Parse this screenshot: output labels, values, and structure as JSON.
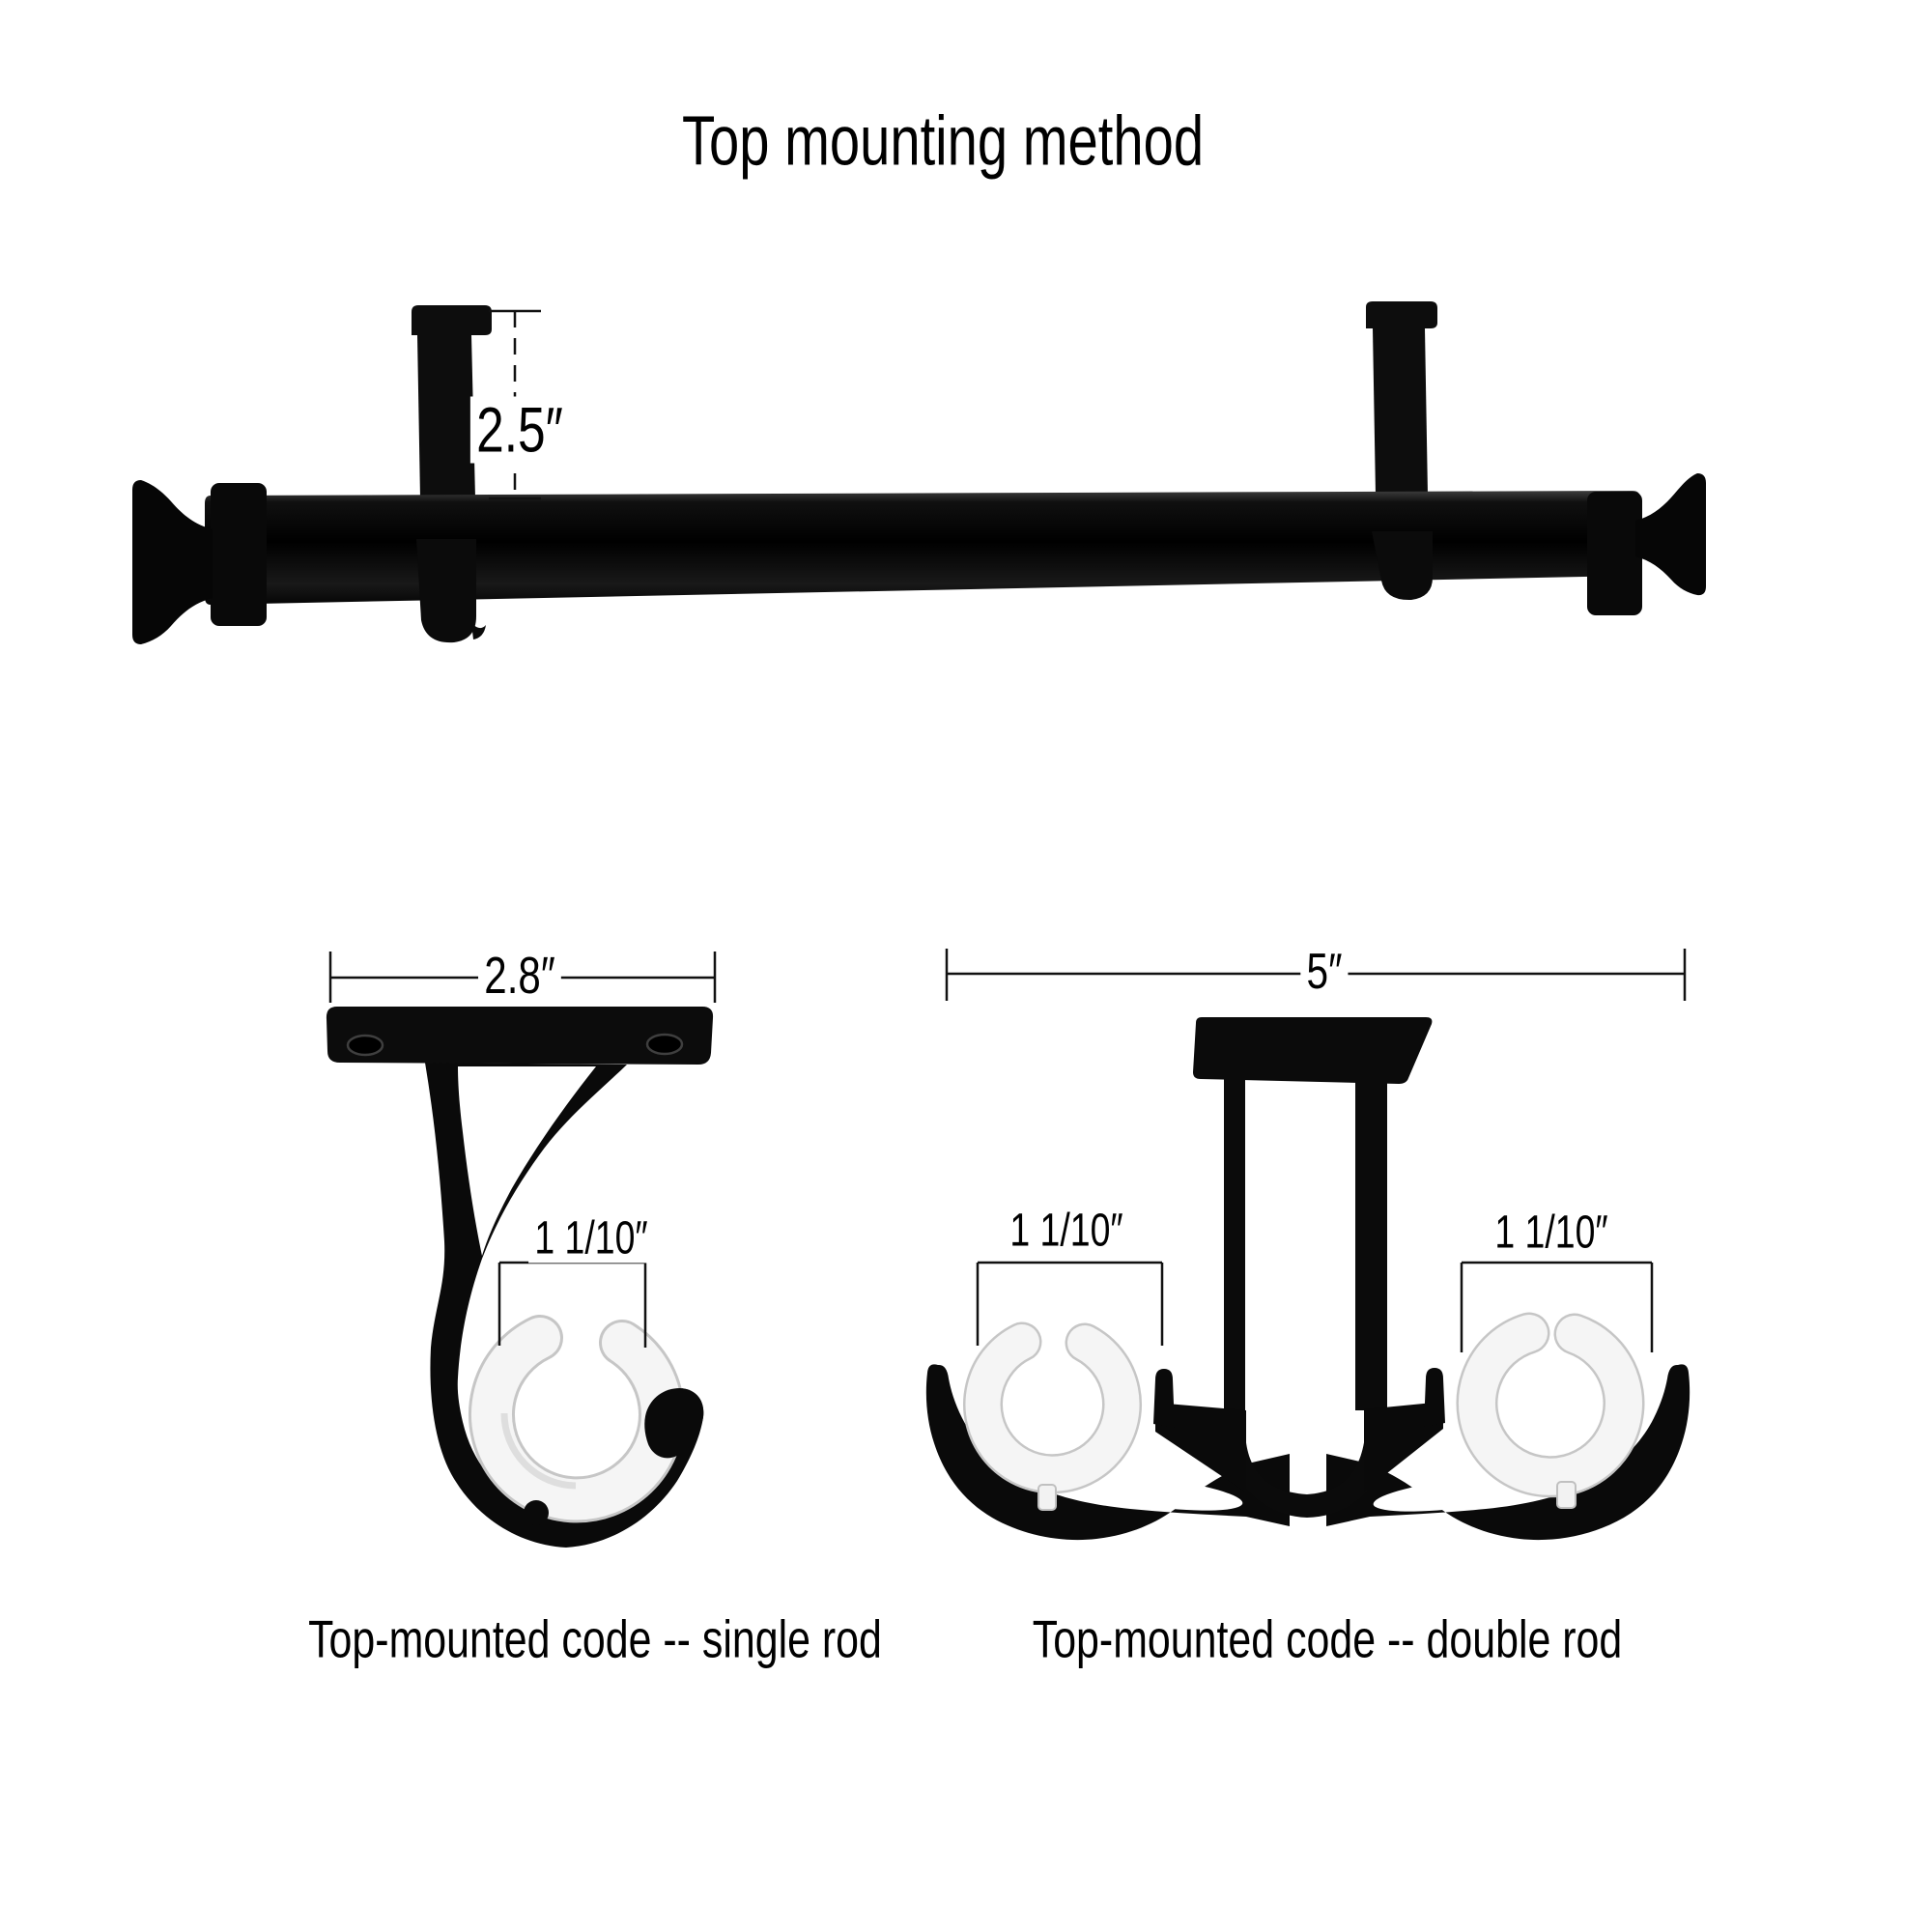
{
  "title": "Top mounting method",
  "colors": {
    "ink": "#000000",
    "paper": "#ffffff",
    "insert": "#f4f4f4"
  },
  "rod": {
    "drop_dim": "2.5″"
  },
  "single_bracket": {
    "width_dim": "2.8″",
    "seat_dim": "1 1/10″",
    "caption": "Top-mounted code -- single rod"
  },
  "double_bracket": {
    "width_dim": "5″",
    "left_seat_dim": "1 1/10″",
    "right_seat_dim": "1 1/10″",
    "caption": "Top-mounted code -- double rod"
  }
}
